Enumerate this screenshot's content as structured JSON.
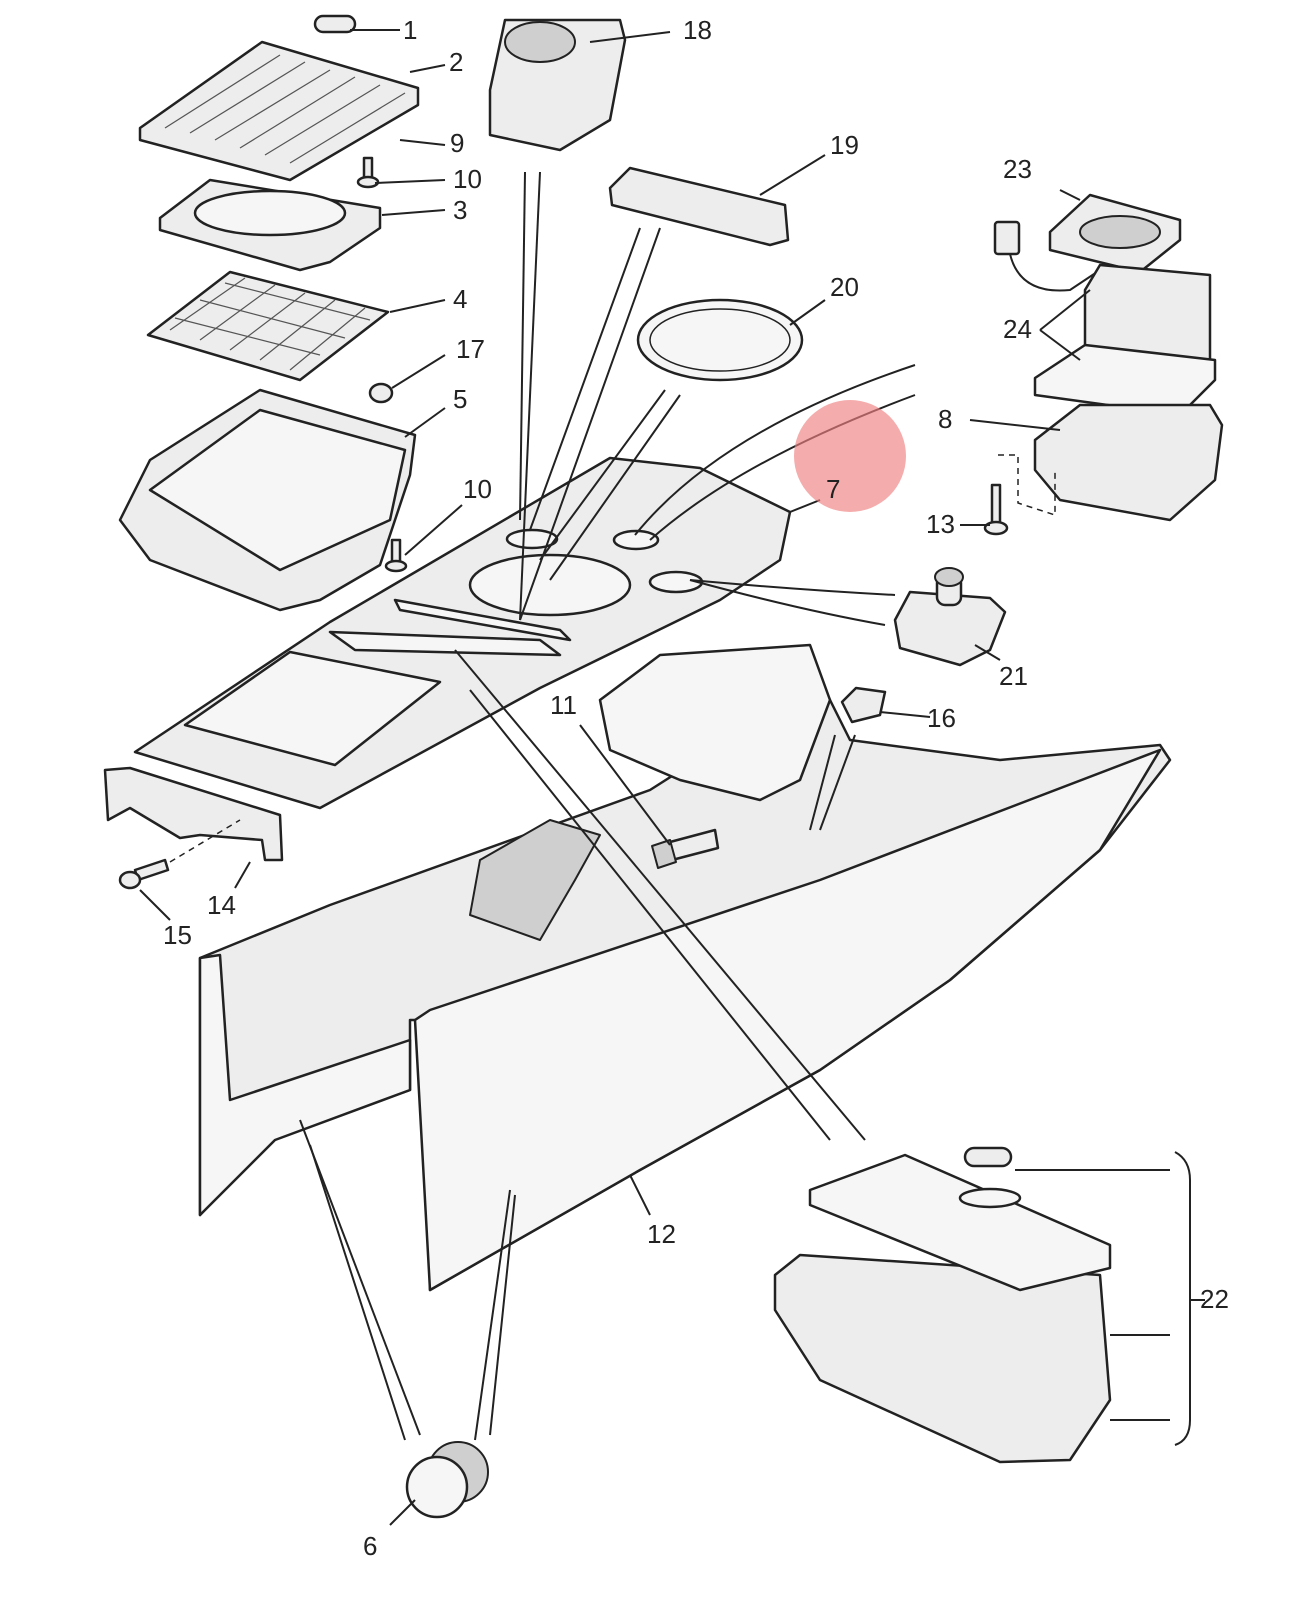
{
  "diagram": {
    "callouts": [
      "1",
      "2",
      "3",
      "4",
      "5",
      "6",
      "7",
      "8",
      "9",
      "10",
      "10",
      "11",
      "12",
      "13",
      "14",
      "15",
      "16",
      "17",
      "18",
      "19",
      "20",
      "21",
      "22",
      "23",
      "24"
    ],
    "highlight_color": "#f08080",
    "line_color": "#222222",
    "fill_color": "#ededed"
  }
}
